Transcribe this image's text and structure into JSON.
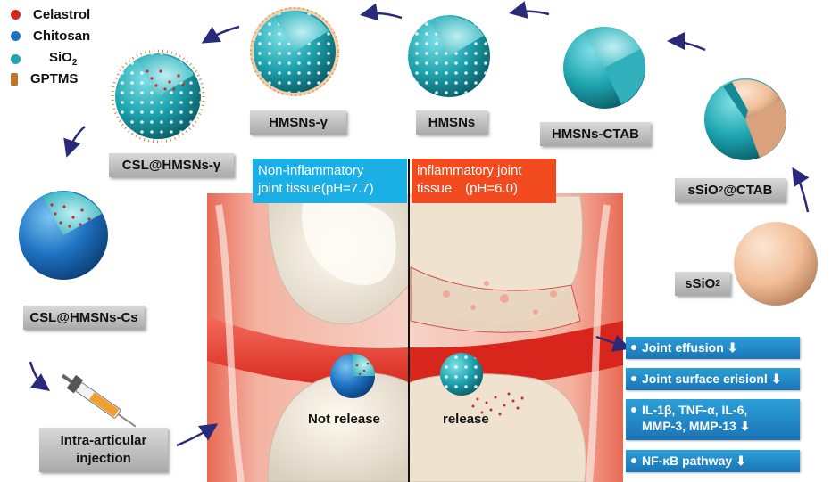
{
  "legend": [
    {
      "label": "Celastrol",
      "color": "#d42a1e"
    },
    {
      "label": "Chitosan",
      "color": "#1f73c2"
    },
    {
      "label": "SiO",
      "sub": "2",
      "color": "#1ea5b0"
    },
    {
      "label": "GPTMS",
      "color": "#b8772a"
    }
  ],
  "labels": {
    "sSiO2": {
      "text": "sSiO",
      "sub": "2"
    },
    "sSiO2_CTAB": {
      "text": "sSiO",
      "sub": "2",
      "suffix": "@CTAB"
    },
    "HMSNs_CTAB": "HMSNs-CTAB",
    "HMSNs": "HMSNs",
    "HMSNs_gamma": "HMSNs-γ",
    "CSL_HMSNs_gamma": "CSL@HMSNs-γ",
    "CSL_HMSNs_Cs": "CSL@HMSNs-Cs",
    "injection_line1": "Intra-articular",
    "injection_line2": "injection"
  },
  "joint": {
    "non_inflammatory_line1": "Non-inflammatory",
    "non_inflammatory_line2": "joint tissue(pH=7.7)",
    "inflammatory_line1": "inflammatory joint",
    "inflammatory_line2": "tissue　(pH=6.0)",
    "not_release": "Not release",
    "release": "release"
  },
  "effects": [
    {
      "lines": [
        "Joint effusion"
      ]
    },
    {
      "lines": [
        "Joint surface erisionl"
      ]
    },
    {
      "lines": [
        "IL-1β, TNF-α, IL-6,",
        "MMP-3, MMP-13"
      ]
    },
    {
      "lines": [
        "NF-κB pathway"
      ]
    }
  ],
  "colors": {
    "silica_teal": "#1ea5b0",
    "chitosan_blue": "#1f73c2",
    "core_peach": "#f2c3a0",
    "non_inflammatory_box": "#1ab0e6",
    "inflammatory_box": "#f04a1e",
    "effect_box": "#1f86c8",
    "arrow": "#2a2a7a"
  }
}
